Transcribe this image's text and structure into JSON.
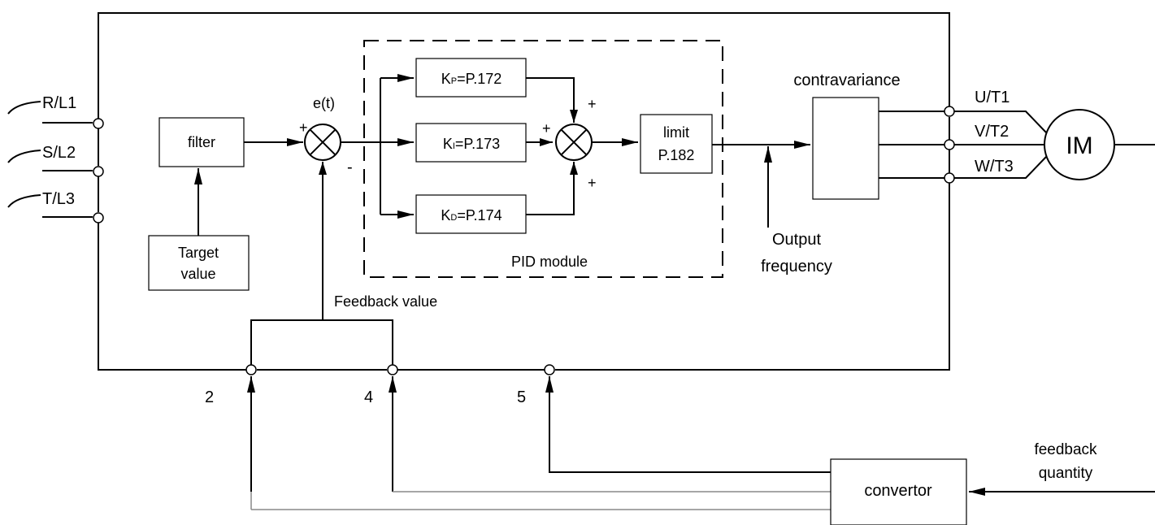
{
  "inputs": {
    "r": "R/L1",
    "s": "S/L2",
    "t": "T/L3"
  },
  "outputs": {
    "u": "U/T1",
    "v": "V/T2",
    "w": "W/T3"
  },
  "motor": "IM",
  "blocks": {
    "filter": "filter",
    "target_line1": "Target",
    "target_line2": "value",
    "kp_letter": "K",
    "kp_sub": "P",
    "kp_rest": "=P.172",
    "ki_letter": "K",
    "ki_sub": "I",
    "ki_rest": "=P.173",
    "kd_letter": "K",
    "kd_sub": "D",
    "kd_rest": "=P.174",
    "limit_line1": "limit",
    "limit_line2": "P.182",
    "pid_label": "PID module",
    "contravariance": "contravariance",
    "convertor": "convertor"
  },
  "signals": {
    "error": "e(t)",
    "plus": "+",
    "minus": "-",
    "feedback_value": "Feedback value",
    "output_line1": "Output",
    "output_line2": "frequency",
    "feedback_qty_line1": "feedback",
    "feedback_qty_line2": "quantity"
  },
  "terminals": {
    "t2": "2",
    "t4": "4",
    "t5": "5"
  }
}
